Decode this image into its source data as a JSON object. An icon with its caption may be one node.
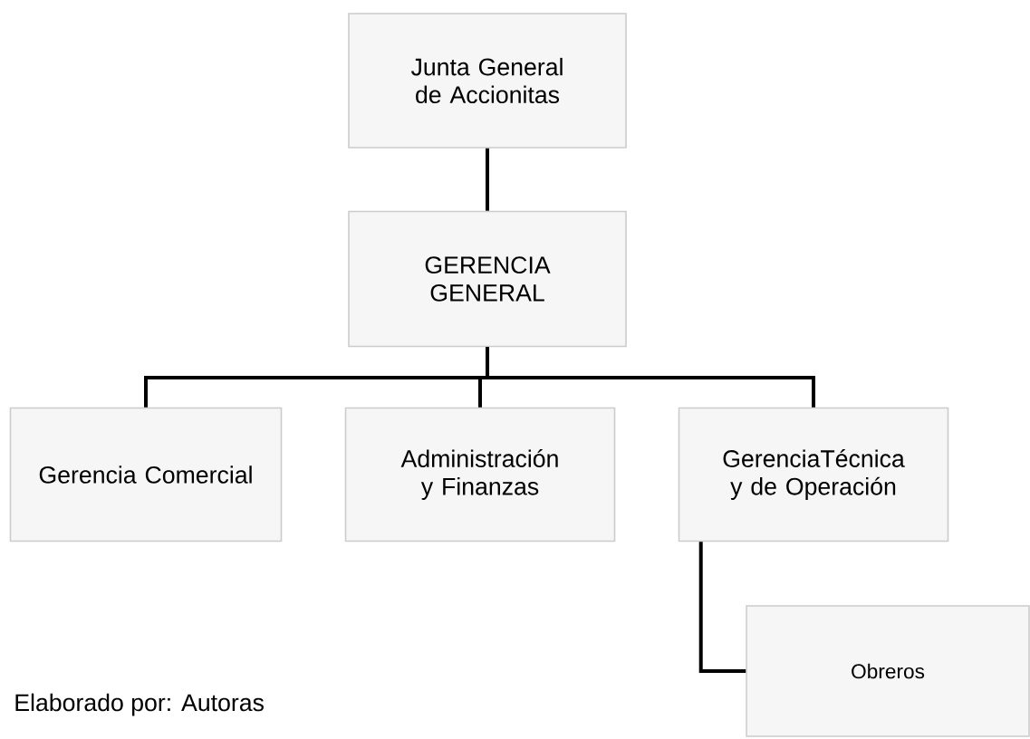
{
  "diagram": {
    "nodes": [
      {
        "text": [
          "Junta General de Accionitas"
        ]
      },
      {
        "text": [
          "GERENCIA GENERAL"
        ]
      },
      {
        "text": [
          "Gerencia Comercial"
        ]
      },
      {
        "text": [
          "Administración y Finanzas"
        ]
      },
      {
        "text": [
          "GerenciaTécnica y de Operación"
        ]
      },
      {
        "text": [
          "Obreros"
        ]
      }
    ],
    "edges": [
      {
        "from": 0,
        "to": 1,
        "arrow": "none"
      },
      {
        "from": 1,
        "to": 2,
        "arrow": "none"
      },
      {
        "from": 1,
        "to": 3,
        "arrow": "none"
      },
      {
        "from": 1,
        "to": 4,
        "arrow": "none"
      },
      {
        "from": 4,
        "to": 5,
        "arrow": "none"
      }
    ],
    "labels": [
      "Elaborado por: Autoras"
    ]
  }
}
